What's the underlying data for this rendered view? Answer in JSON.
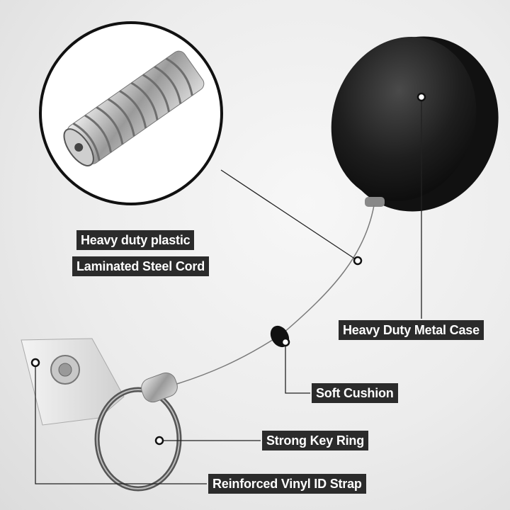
{
  "labels": {
    "plastic": "Heavy duty plastic",
    "cord": "Laminated Steel Cord",
    "case": "Heavy Duty Metal Case",
    "cushion": "Soft Cushion",
    "keyring": "Strong Key Ring",
    "strap": "Reinforced Vinyl ID Strap"
  },
  "colors": {
    "label_bg": "#2b2b2b",
    "label_text": "#ffffff",
    "case": "#1c1c1c"
  }
}
